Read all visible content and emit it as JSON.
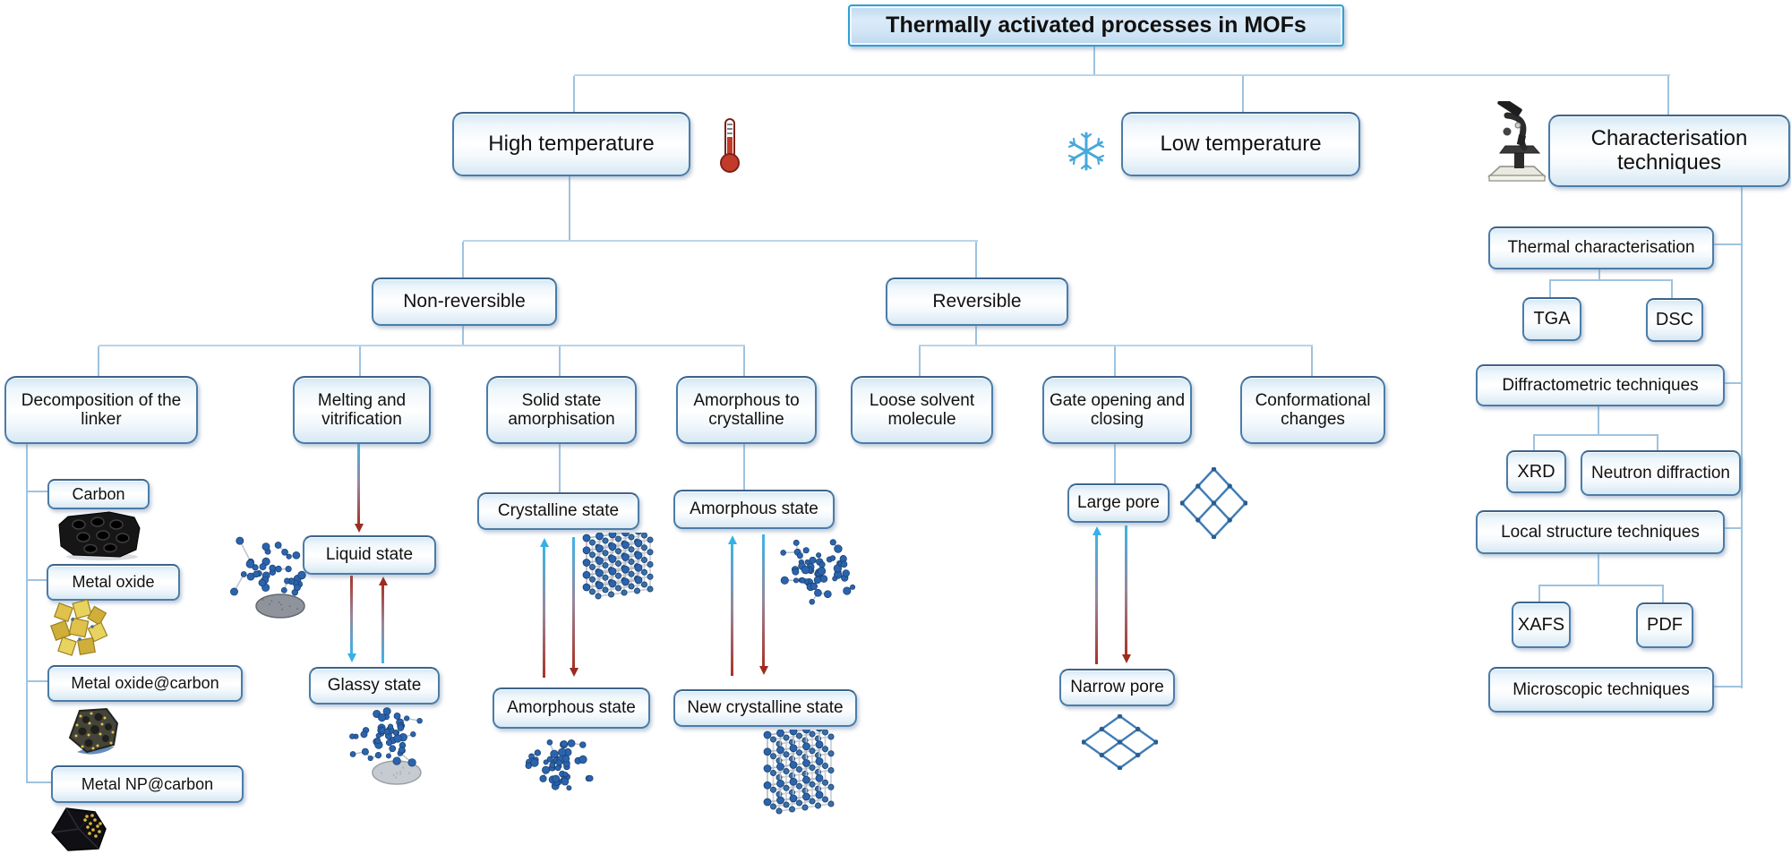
{
  "diagram": {
    "title": "Thermally activated processes in MOFs",
    "high_temperature": {
      "label": "High temperature",
      "non_reversible": {
        "label": "Non-reversible",
        "decomposition": {
          "label": "Decomposition of the linker",
          "products": {
            "carbon": "Carbon",
            "metal_oxide": "Metal oxide",
            "metal_oxide_carbon": "Metal oxide@carbon",
            "metal_np_carbon": "Metal NP@carbon"
          }
        },
        "melting": {
          "label": "Melting and vitrification",
          "liquid": "Liquid state",
          "glassy": "Glassy state"
        },
        "solid_state_amorphisation": {
          "label": "Solid state amorphisation",
          "start": "Crystalline state",
          "end": "Amorphous state"
        },
        "amorphous_to_crystalline": {
          "label": "Amorphous to crystalline",
          "start": "Amorphous state",
          "end": "New crystalline state"
        }
      },
      "reversible": {
        "label": "Reversible",
        "loose_solvent": {
          "label": "Loose solvent molecule"
        },
        "gate": {
          "label": "Gate opening and closing",
          "open": "Large pore",
          "closed": "Narrow pore"
        },
        "conformational": {
          "label": "Conformational changes"
        }
      }
    },
    "low_temperature": {
      "label": "Low temperature"
    },
    "characterisation": {
      "label": "Characterisation techniques",
      "thermal": {
        "label": "Thermal characterisation",
        "tga": "TGA",
        "dsc": "DSC"
      },
      "diffractometric": {
        "label": "Diffractometric techniques",
        "xrd": "XRD",
        "neutron": "Neutron diffraction"
      },
      "local_structure": {
        "label": "Local structure techniques",
        "xafs": "XAFS",
        "pdf": "PDF"
      },
      "microscopic": {
        "label": "Microscopic techniques"
      }
    }
  },
  "icons": {
    "high_temperature": "thermometer-icon",
    "low_temperature": "snowflake-icon",
    "characterisation": "microscope-icon"
  },
  "colors": {
    "box_border": "#4c7ca8",
    "title_border": "#2f9fd6",
    "connector": "#9ec3e0",
    "heating_arrow": "#a93226",
    "cooling_arrow": "#3db4e8",
    "ball_blue": "#2b63ad",
    "metal_oxide_yellow": "#dfc14c"
  }
}
